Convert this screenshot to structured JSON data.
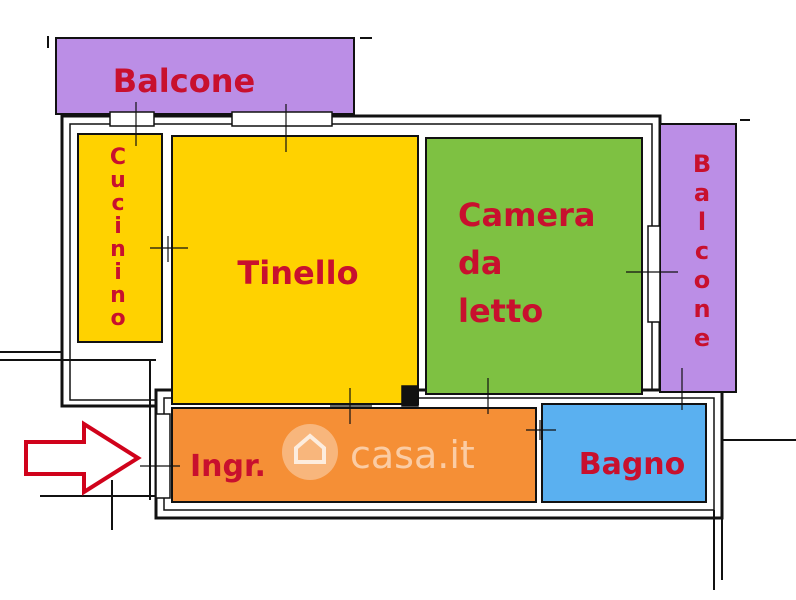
{
  "rooms": {
    "balcone_top": {
      "label": "Balcone",
      "color": "#bb8ee6"
    },
    "cucinino": {
      "label": "Cucinino",
      "color": "#ffd200"
    },
    "tinello": {
      "label": "Tinello",
      "color": "#ffd200"
    },
    "camera": {
      "lines": [
        "Camera",
        "da",
        "letto"
      ],
      "color": "#7ec142"
    },
    "balcone_right": {
      "label": "Balcone",
      "color": "#bb8ee6"
    },
    "ingresso": {
      "label": "Ingr.",
      "color": "#f58f36"
    },
    "bagno": {
      "label": "Bagno",
      "color": "#5ab0f0"
    }
  },
  "label_color": "#c8102e",
  "watermark": {
    "text": "casa.it"
  },
  "entry_arrow": {
    "color": "#d0021b"
  }
}
